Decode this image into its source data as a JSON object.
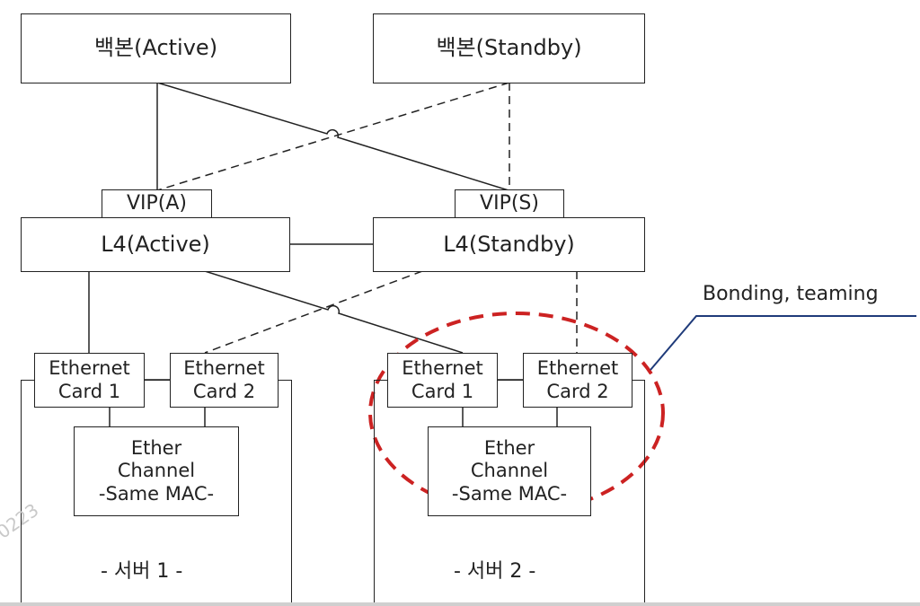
{
  "backbone": {
    "active": "백본(Active)",
    "standby": "백본(Standby)"
  },
  "vip": {
    "active": "VIP(A)",
    "standby": "VIP(S)"
  },
  "l4": {
    "active": "L4(Active)",
    "standby": "L4(Standby)"
  },
  "servers": [
    {
      "label": "- 서버 1 -",
      "card1": "Ethernet\nCard 1",
      "card2": "Ethernet\nCard 2",
      "channel": "Ether\nChannel\n-Same MAC-"
    },
    {
      "label": "- 서버 2 -",
      "card1": "Ethernet\nCard 1",
      "card2": "Ethernet\nCard 2",
      "channel": "Ether\nChannel\n-Same MAC-"
    }
  ],
  "callout": {
    "text": "Bonding, teaming",
    "highlight_color": "#cc2222",
    "leader_color": "#1f3b7a"
  },
  "watermark": "0223"
}
